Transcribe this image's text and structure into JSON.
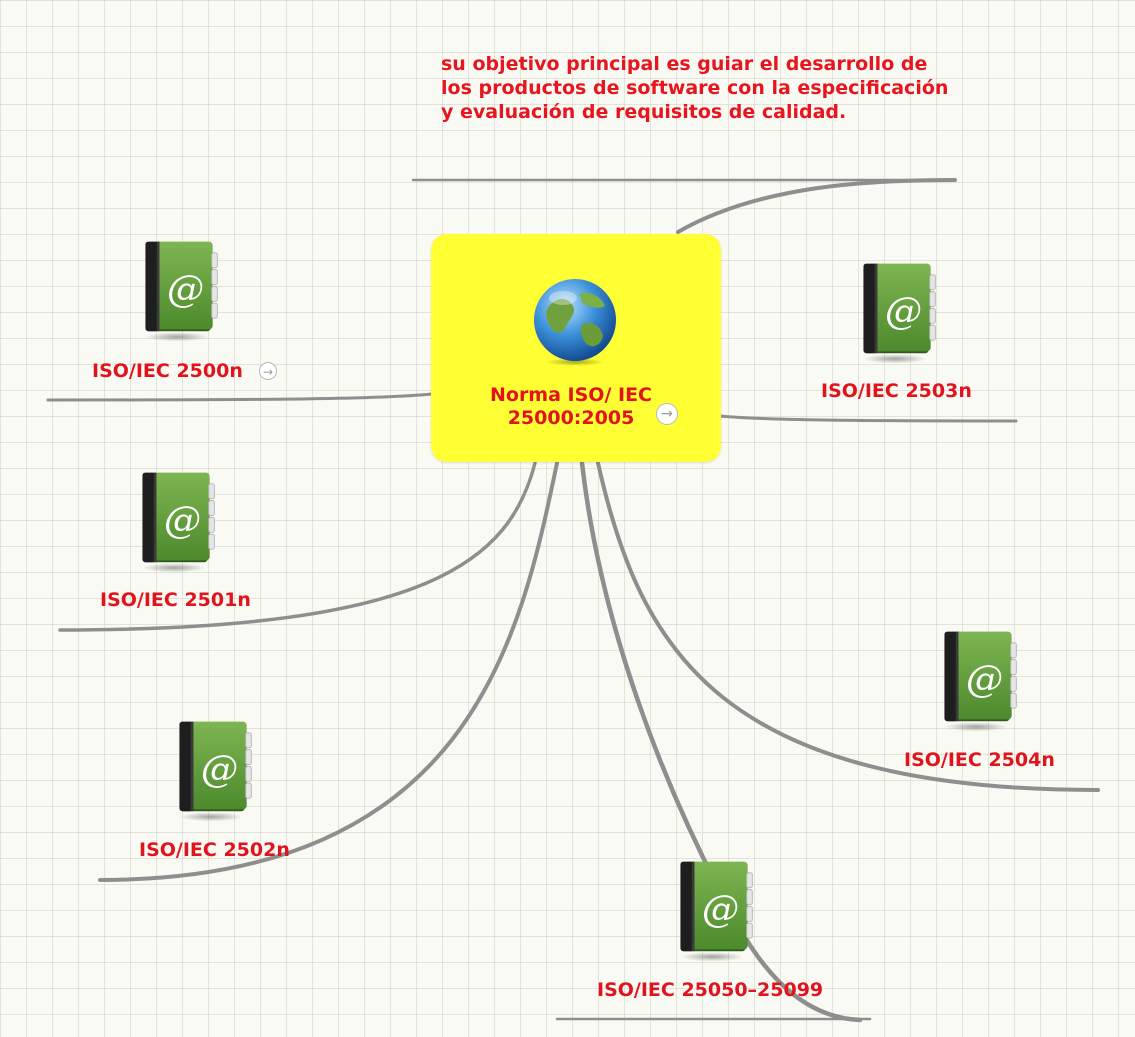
{
  "central": {
    "title": "Norma ISO/ IEC 25000:2005",
    "icon": "globe-icon",
    "arrow": "→"
  },
  "note": {
    "text": "su objetivo principal es guiar el desarrollo de los productos de software con la especificación y evaluación de requisitos de calidad."
  },
  "nodes": [
    {
      "label": "ISO/IEC 2500n",
      "icon": "address-book-icon",
      "arrow": "→"
    },
    {
      "label": "ISO/IEC 2501n",
      "icon": "address-book-icon"
    },
    {
      "label": "ISO/IEC 2502n",
      "icon": "address-book-icon"
    },
    {
      "label": "ISO/IEC 2503n",
      "icon": "address-book-icon"
    },
    {
      "label": "ISO/IEC 2504n",
      "icon": "address-book-icon"
    },
    {
      "label": "ISO/IEC 25050–25099",
      "icon": "address-book-icon"
    }
  ],
  "colors": {
    "central_fill": "#ffff33",
    "label_text": "#e1141e",
    "connector": "#8e8e8e",
    "book_green": "#5f9a3c"
  }
}
